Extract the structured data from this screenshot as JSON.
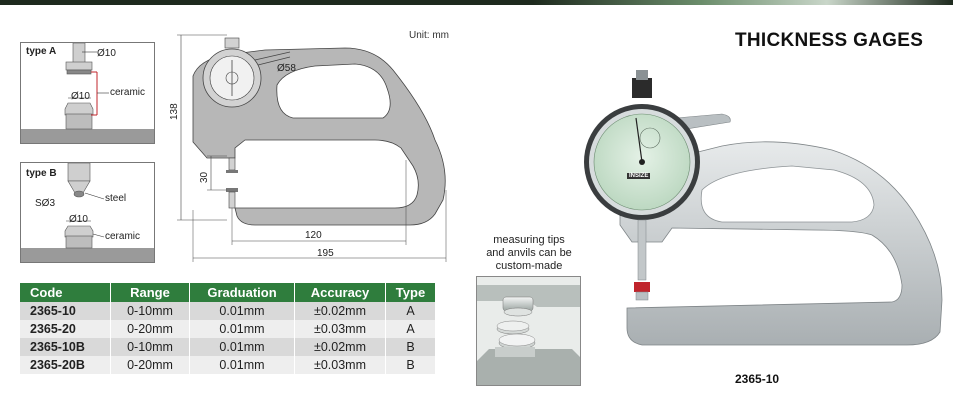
{
  "page": {
    "title": "THICKNESS GAGES",
    "unit_note": "Unit: mm"
  },
  "type_a": {
    "title": "type A",
    "top_dia": "Ø10",
    "bottom_dia": "Ø10",
    "material": "ceramic"
  },
  "type_b": {
    "title": "type B",
    "sphere": "SØ3",
    "material_top": "steel",
    "bottom_dia": "Ø10",
    "material_bottom": "ceramic"
  },
  "drawing": {
    "dial_dia": "Ø58",
    "height": "138",
    "gap": "30",
    "depth": "120",
    "length": "195"
  },
  "spec_table": {
    "headers": [
      "Code",
      "Range",
      "Graduation",
      "Accuracy",
      "Type"
    ],
    "rows": [
      {
        "code": "2365-10",
        "range": "0-10mm",
        "graduation": "0.01mm",
        "accuracy": "±0.02mm",
        "type": "A"
      },
      {
        "code": "2365-20",
        "range": "0-20mm",
        "graduation": "0.01mm",
        "accuracy": "±0.03mm",
        "type": "A"
      },
      {
        "code": "2365-10B",
        "range": "0-10mm",
        "graduation": "0.01mm",
        "accuracy": "±0.02mm",
        "type": "B"
      },
      {
        "code": "2365-20B",
        "range": "0-20mm",
        "graduation": "0.01mm",
        "accuracy": "±0.03mm",
        "type": "B"
      }
    ]
  },
  "callout": {
    "line1": "measuring tips",
    "line2": "and anvils can be",
    "line3": "custom-made"
  },
  "product": {
    "code": "2365-10",
    "dial_brand": "INSIZE"
  },
  "colors": {
    "header_green": "#2f7d3d",
    "dial_face": "#cfe5d3",
    "tip_red": "#c0242b"
  }
}
